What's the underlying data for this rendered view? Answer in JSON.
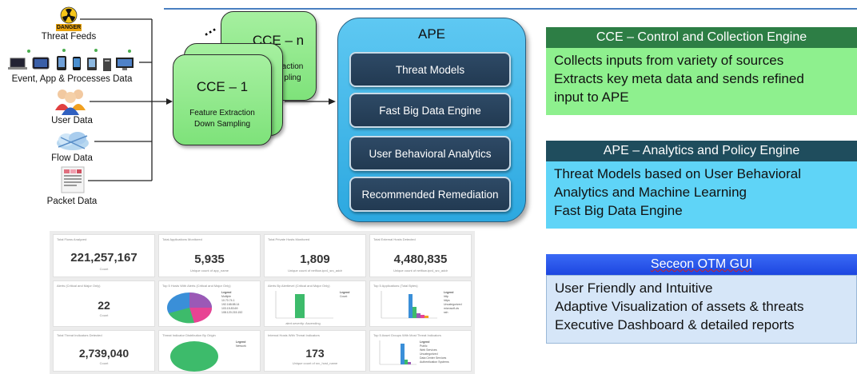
{
  "sources": {
    "danger_badge": "DANGER",
    "threat_feeds": "Threat Feeds",
    "event_app_data": "Event, App & Processes Data",
    "user_data": "User Data",
    "flow_data": "Flow Data",
    "packet_data": "Packet Data"
  },
  "cce_stack": {
    "ellipsis": "…",
    "back_title": "CCE – n",
    "back_sub1": "action",
    "back_sub2": "pling",
    "front_title": "CCE – 1",
    "front_sub1": "Feature Extraction",
    "front_sub2": "Down Sampling"
  },
  "ape": {
    "title": "APE",
    "items": [
      "Threat Models",
      "Fast Big Data Engine",
      "User Behavioral Analytics",
      "Recommended Remediation"
    ]
  },
  "panels": [
    {
      "header": "CCE – Control and Collection Engine",
      "header_color": "#2d7e45",
      "body_color": "#8ef08e",
      "lines": [
        "Collects inputs from variety of sources",
        "Extracts key meta data and sends refined",
        "input to APE"
      ]
    },
    {
      "header": "APE – Analytics and Policy Engine",
      "header_color": "#1f4d5d",
      "body_color": "#5fd4f7",
      "lines": [
        "Threat Models based on User Behavioral",
        "Analytics and Machine Learning",
        "Fast Big Data Engine"
      ]
    },
    {
      "header": "Seceon OTM GUI",
      "header_color": "#1d46e0",
      "body_color": "#d6e6f8",
      "lines": [
        "User Friendly and Intuitive",
        "Adaptive Visualization of assets & threats",
        "Executive Dashboard & detailed reports"
      ]
    }
  ],
  "dashboard": {
    "cards": [
      {
        "title": "Total Flows Analyzed",
        "value": "221,257,167",
        "sub": "Count"
      },
      {
        "title": "Total Applications Monitored",
        "value": "5,935",
        "sub": "Unique count of app_name"
      },
      {
        "title": "Total Private Hosts Monitored",
        "value": "1,809",
        "sub": "Unique count of netflow.ipv4_src_addr"
      },
      {
        "title": "Total External Hosts Detected",
        "value": "4,480,835",
        "sub": "Unique count of netflow.ipv4_src_addr"
      },
      {
        "title": "Alerts (Critical and Major Only)",
        "value": "22",
        "sub": "Count"
      },
      {
        "title": "Top 5 Hosts With Alerts (Critical and Major Only)",
        "value": "",
        "sub": ""
      },
      {
        "title": "Alerts By Alertlevel (Critical and Major Only)",
        "value": "",
        "sub": "alert.severity: Ascending"
      },
      {
        "title": "Top 5 Applications (Total Bytes)",
        "value": "",
        "sub": ""
      },
      {
        "title": "Total Threat Indicators Detected",
        "value": "2,739,040",
        "sub": "Count"
      },
      {
        "title": "Threat Indicator Distribution By Origin",
        "value": "",
        "sub": ""
      },
      {
        "title": "Internal Hosts With Threat Indicators",
        "value": "173",
        "sub": "Unique count of src_host_name"
      },
      {
        "title": "Top 5 Asset Groups With Most Threat Indicators",
        "value": "",
        "sub": ""
      }
    ],
    "legend_hosts": [
      "Multiple",
      "10.70.74.1",
      "192.168.88.14",
      "103.15.83.69",
      "108.120.215.152"
    ],
    "legend_alerts": [
      "Count"
    ],
    "legend_apps": [
      "http",
      "https",
      "Uncategorized",
      "microsoft-ds",
      "ssh"
    ],
    "legend_origin": [
      "Network"
    ],
    "legend_assets": [
      "Public",
      "Web Services",
      "Uncategorized",
      "Data Center Services",
      "Authentication Systems"
    ],
    "legend_title": "Legend"
  }
}
